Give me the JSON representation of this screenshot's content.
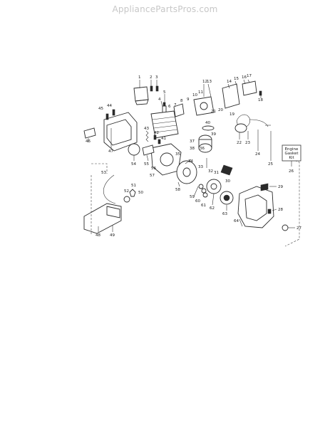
{
  "watermark": "AppliancePartsPros.com",
  "kit": {
    "line1": "Engine",
    "line2": "Gasket",
    "line3": "Kit"
  },
  "callouts": [
    "1",
    "2",
    "3",
    "4",
    "5",
    "6",
    "7",
    "8",
    "9",
    "10",
    "11",
    "12",
    "13",
    "14",
    "15",
    "16",
    "17",
    "18",
    "19",
    "20",
    "21",
    "22",
    "23",
    "24",
    "25",
    "26",
    "27",
    "28",
    "29",
    "30",
    "31",
    "32",
    "33",
    "34",
    "35",
    "36",
    "37",
    "38",
    "39",
    "40",
    "41",
    "42",
    "43",
    "44",
    "45",
    "46",
    "47",
    "48",
    "49",
    "50",
    "51",
    "52",
    "53",
    "54",
    "55",
    "56",
    "57",
    "58",
    "59",
    "60",
    "61",
    "62",
    "63",
    "64"
  ]
}
